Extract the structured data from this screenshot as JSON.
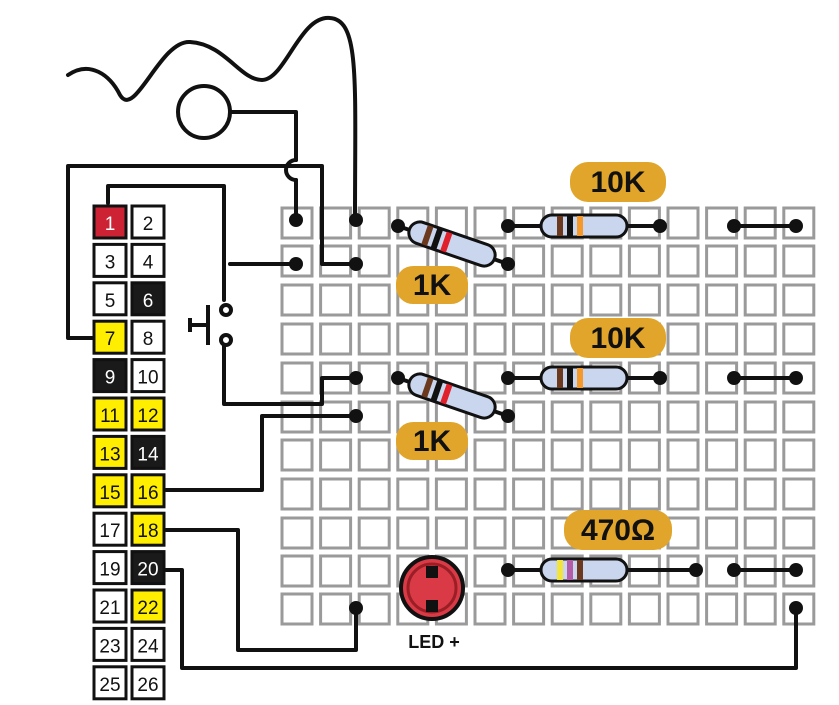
{
  "header_pins": [
    {
      "num": "1",
      "color": "red"
    },
    {
      "num": "2",
      "color": "white"
    },
    {
      "num": "3",
      "color": "white"
    },
    {
      "num": "4",
      "color": "white"
    },
    {
      "num": "5",
      "color": "white"
    },
    {
      "num": "6",
      "color": "black"
    },
    {
      "num": "7",
      "color": "yellow"
    },
    {
      "num": "8",
      "color": "white"
    },
    {
      "num": "9",
      "color": "black"
    },
    {
      "num": "10",
      "color": "white"
    },
    {
      "num": "11",
      "color": "yellow"
    },
    {
      "num": "12",
      "color": "yellow"
    },
    {
      "num": "13",
      "color": "yellow"
    },
    {
      "num": "14",
      "color": "black"
    },
    {
      "num": "15",
      "color": "yellow"
    },
    {
      "num": "16",
      "color": "yellow"
    },
    {
      "num": "17",
      "color": "white"
    },
    {
      "num": "18",
      "color": "yellow"
    },
    {
      "num": "19",
      "color": "white"
    },
    {
      "num": "20",
      "color": "black"
    },
    {
      "num": "21",
      "color": "white"
    },
    {
      "num": "22",
      "color": "yellow"
    },
    {
      "num": "23",
      "color": "white"
    },
    {
      "num": "24",
      "color": "white"
    },
    {
      "num": "25",
      "color": "white"
    },
    {
      "num": "26",
      "color": "white"
    }
  ],
  "labels": {
    "r10k_top": "10K",
    "r1k_top": "1K",
    "r10k_mid": "10K",
    "r1k_mid": "1K",
    "r470": "470Ω",
    "led": "LED +"
  },
  "colors": {
    "pin_red": "#cc2233",
    "pin_yellow": "#ffee00",
    "pin_black": "#1a1a1a",
    "pin_white": "#ffffff",
    "label_bg": "#e0a52a",
    "grid_hole": "#9a9a9a",
    "resistor_body": "#c9d6ee",
    "led_body": "#d93a45",
    "wire": "#111111"
  }
}
